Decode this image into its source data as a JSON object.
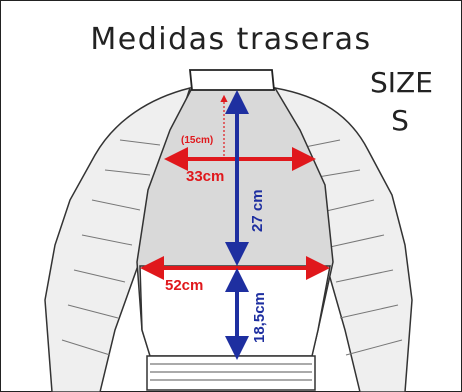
{
  "title": "Medidas traseras",
  "size": {
    "label": "SIZE",
    "value": "S"
  },
  "measurements": {
    "neck_to_chest": "(15cm)",
    "chest_width": "33cm",
    "back_length": "27 cm",
    "waist_width": "52cm",
    "lower_length": "18,5cm"
  },
  "colors": {
    "red_arrow": "#e0181c",
    "blue_arrow": "#1e2fa0",
    "panel_fill": "#d9d9d9"
  }
}
